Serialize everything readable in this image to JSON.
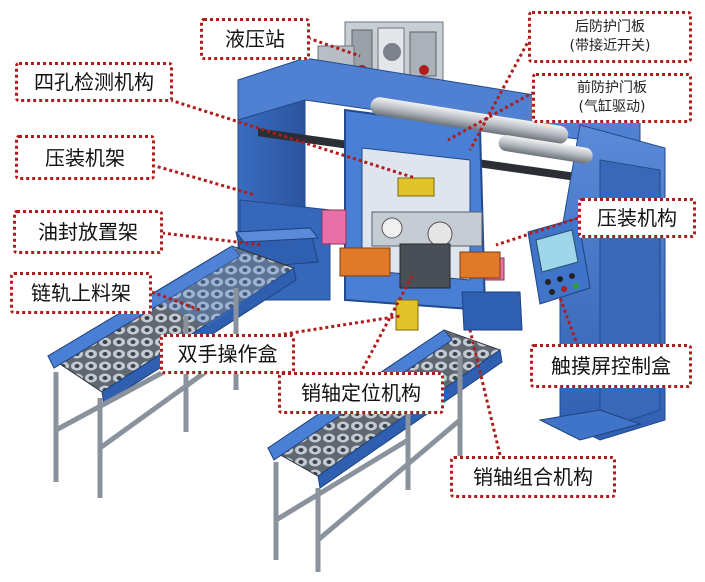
{
  "colors": {
    "machine_blue": "#3f74c9",
    "machine_blue_dark": "#2a529b",
    "machine_blue_light": "#6a99e2",
    "frame_grey": "#9aa3ad",
    "callout_red": "#b01c1c"
  },
  "labels": {
    "hydraulic_station": "液压站",
    "four_hole_detection": "四孔检测机构",
    "press_frame": "压装机架",
    "oil_seal_rack": "油封放置架",
    "chain_loading_rack": "链轨上料架",
    "two_hand_box": "双手操作盒",
    "pin_positioning": "销轴定位机构",
    "pin_combination": "销轴组合机构",
    "touch_screen_box": "触摸屏控制盒",
    "press_mechanism": "压装机构",
    "rear_door_line1": "后防护门板",
    "rear_door_line2": "(带接近开关)",
    "front_door_line1": "前防护门板",
    "front_door_line2": "(气缸驱动)"
  }
}
